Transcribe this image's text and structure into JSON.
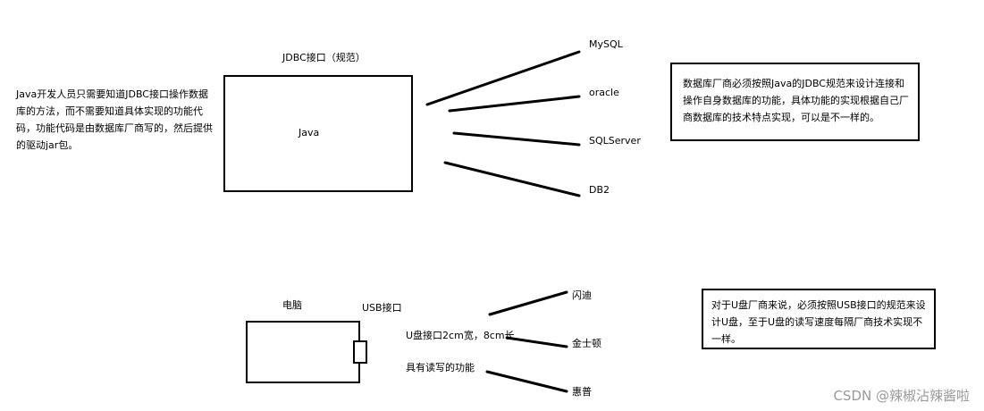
{
  "jdbc": {
    "title": "JDBC接口（规范）",
    "box_label": "Java",
    "left_note": "Java开发人员只需要知道JDBC接口操作数据库的方法，而不需要知道具体实现的功能代码，功能代码是由数据库厂商写的，然后提供的驱动jar包。",
    "vendors": [
      "MySQL",
      "oracle",
      "SQLServer",
      "DB2"
    ],
    "right_note": "数据库厂商必须按照Java的JDBC规范来设计连接和操作自身数据库的功能，具体功能的实现根据自己厂商数据库的技术特点实现，可以是不一样的。"
  },
  "usb": {
    "computer_label": "电脑",
    "port_label": "USB接口",
    "spec_size": "U盘接口2cm宽，8cm长",
    "spec_function": "具有读写的功能",
    "vendors": [
      "闪迪",
      "金士顿",
      "惠普"
    ],
    "right_note": "对于U盘厂商来说，必须按照USB接口的规范来设计U盘，至于U盘的读写速度每隔厂商技术实现不一样。"
  },
  "watermark": "CSDN @辣椒沾辣酱啦"
}
